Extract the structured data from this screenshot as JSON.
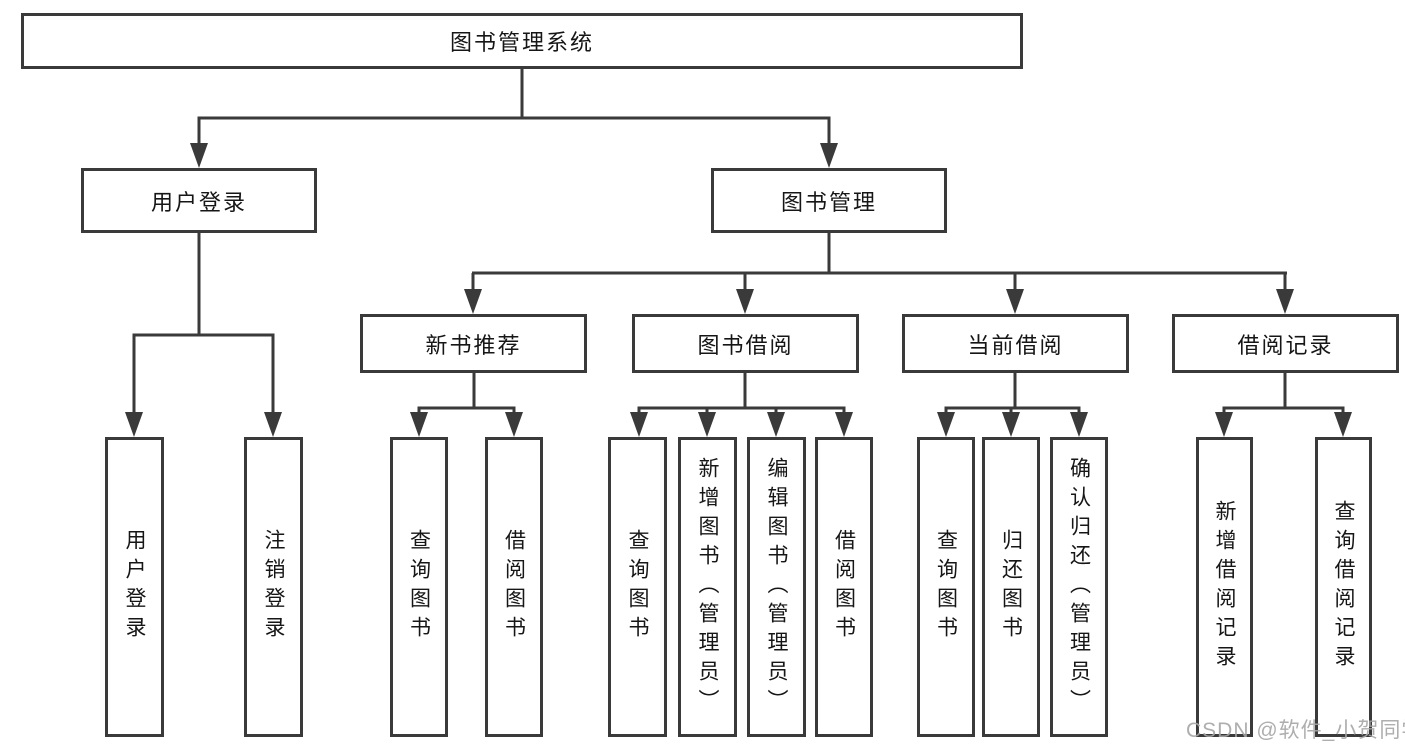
{
  "colors": {
    "line": "#3a3a3a",
    "border": "#3a3a3a",
    "text": "#161616",
    "background": "#ffffff",
    "watermark": "#a5a5a5"
  },
  "watermark": {
    "text": "CSDN @软件_小贺同学"
  },
  "tree": {
    "label": "图书管理系统",
    "children": [
      {
        "label": "用户登录",
        "children": [
          {
            "label": "用户登录"
          },
          {
            "label": "注销登录"
          }
        ]
      },
      {
        "label": "图书管理",
        "children": [
          {
            "label": "新书推荐",
            "children": [
              {
                "label": "查询图书"
              },
              {
                "label": "借阅图书"
              }
            ]
          },
          {
            "label": "图书借阅",
            "children": [
              {
                "label": "查询图书"
              },
              {
                "label": "新增图书（管理员）"
              },
              {
                "label": "编辑图书（管理员）"
              },
              {
                "label": "借阅图书"
              }
            ]
          },
          {
            "label": "当前借阅",
            "children": [
              {
                "label": "查询图书"
              },
              {
                "label": "归还图书"
              },
              {
                "label": "确认归还（管理员）"
              }
            ]
          },
          {
            "label": "借阅记录",
            "children": [
              {
                "label": "新增借阅记录"
              },
              {
                "label": "查询借阅记录"
              }
            ]
          }
        ]
      }
    ]
  }
}
